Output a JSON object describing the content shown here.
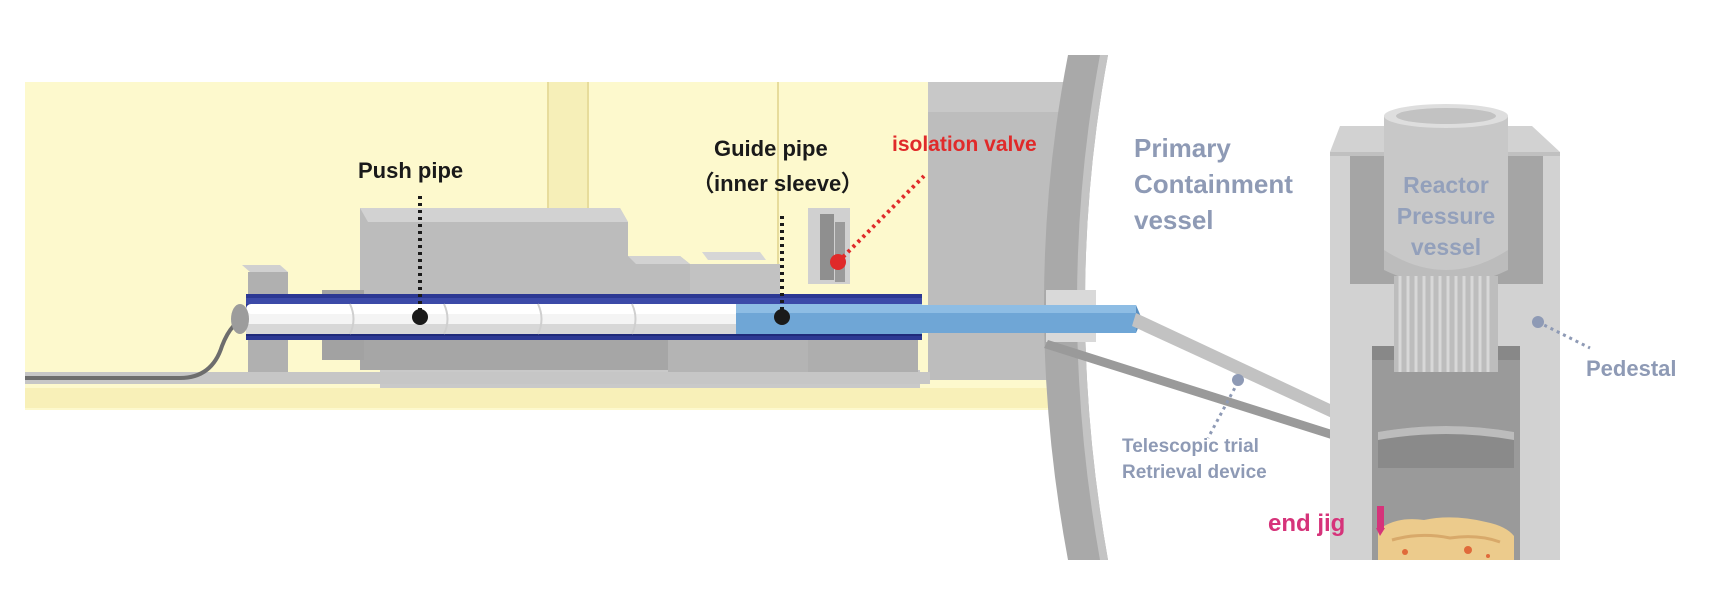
{
  "labels": {
    "push_pipe": "Push pipe",
    "guide_pipe": "Guide pipe",
    "guide_pipe_sub": "（inner sleeve）",
    "isolation_valve": "isolation valve",
    "pcv_line1": "Primary",
    "pcv_line2": "Containment",
    "pcv_line3": "vessel",
    "rpv_line1": "Reactor",
    "rpv_line2": "Pressure",
    "rpv_line3": "vessel",
    "pedestal": "Pedestal",
    "telescopic_line1": "Telescopic trial",
    "telescopic_line2": "Retrieval device",
    "end_jig": "end jig"
  },
  "colors": {
    "building_fill": "#fdf9cd",
    "gray_light": "#d2d2d2",
    "gray_mid": "#b6b6b6",
    "gray_dark": "#8f8f8f",
    "pipe_navy": "#2c3893",
    "pipe_white": "#f4f4f4",
    "pipe_blue": "#6fa6d6",
    "label_red": "#e02a2a",
    "label_pink": "#d6337a",
    "label_gray": "#8e9ab5",
    "debris": "#eccb8c"
  }
}
